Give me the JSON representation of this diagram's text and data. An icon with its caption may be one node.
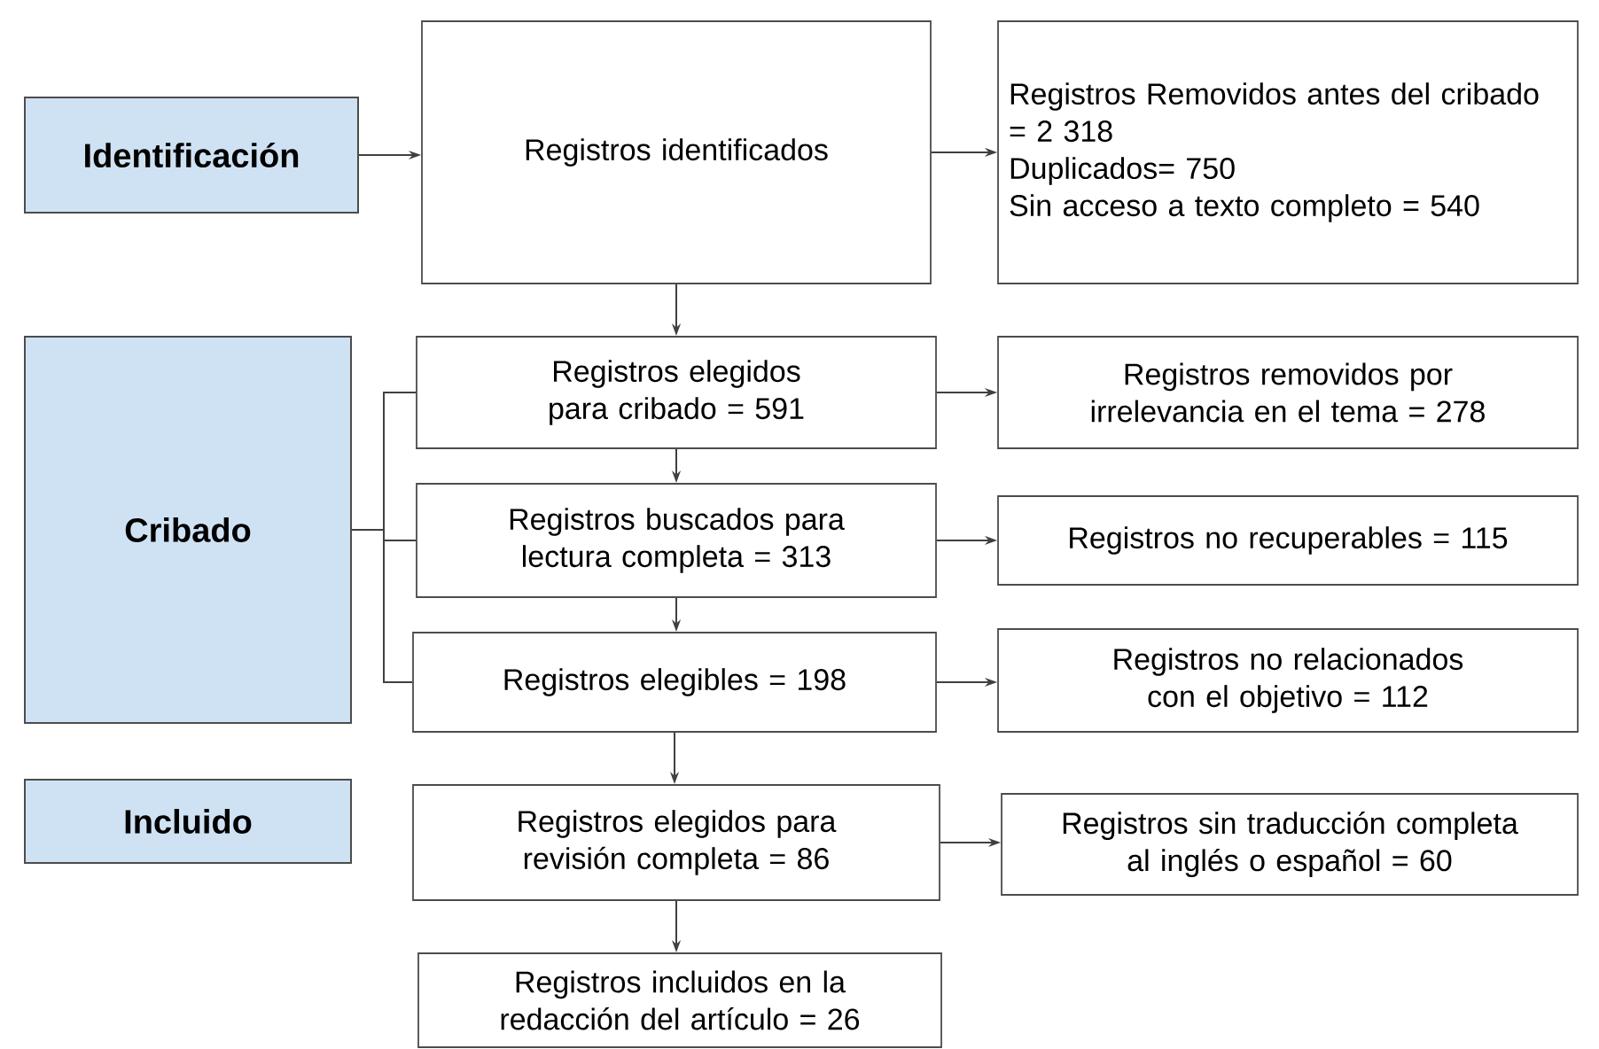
{
  "diagram": {
    "nodes": [
      {
        "text": [
          "Identificación"
        ]
      },
      {
        "text": [
          "Registros identificados"
        ]
      },
      {
        "text": [
          "Registros Removidos antes del cribado = 2 318",
          "Duplicados= 750",
          "Sin acceso a texto completo = 540"
        ]
      },
      {
        "text": [
          "Cribado"
        ]
      },
      {
        "text": [
          "Registros elegidos para cribado =  591"
        ]
      },
      {
        "text": [
          "Registros removidos por irrelevancia en el tema = 278"
        ]
      },
      {
        "text": [
          "Registros buscados para lectura completa = 313"
        ]
      },
      {
        "text": [
          "Registros no recuperables = 115"
        ]
      },
      {
        "text": [
          "Registros elegibles = 198"
        ]
      },
      {
        "text": [
          "Registros no relacionados con el objetivo = 112"
        ]
      },
      {
        "text": [
          "Incluido"
        ]
      },
      {
        "text": [
          "Registros elegidos para revisión completa = 86"
        ]
      },
      {
        "text": [
          "Registros sin traducción completa al inglés o español = 60"
        ]
      },
      {
        "text": [
          "Registros incluidos en la redacción del artículo = 26"
        ]
      }
    ],
    "edges": [
      {
        "from": 0,
        "to": 1,
        "arrow": "to"
      },
      {
        "from": 1,
        "to": 2,
        "arrow": "to"
      },
      {
        "from": 1,
        "to": 4,
        "arrow": "to"
      },
      {
        "from": 4,
        "to": 5,
        "arrow": "to"
      },
      {
        "from": 4,
        "to": 6,
        "arrow": "to"
      },
      {
        "from": 6,
        "to": 7,
        "arrow": "to"
      },
      {
        "from": 6,
        "to": 8,
        "arrow": "to"
      },
      {
        "from": 8,
        "to": 9,
        "arrow": "to"
      },
      {
        "from": 8,
        "to": 11,
        "arrow": "to"
      },
      {
        "from": 11,
        "to": 12,
        "arrow": "to"
      },
      {
        "from": 11,
        "to": 13,
        "arrow": "to"
      },
      {
        "from": 3,
        "to": 4,
        "arrow": "none"
      },
      {
        "from": 3,
        "to": 6,
        "arrow": "none"
      },
      {
        "from": 3,
        "to": 8,
        "arrow": "none"
      }
    ]
  }
}
